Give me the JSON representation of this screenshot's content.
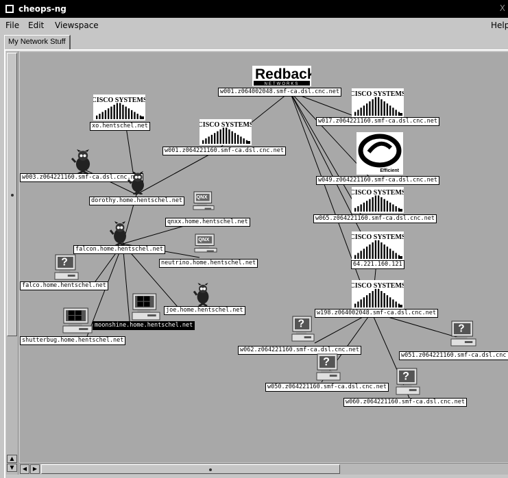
{
  "window": {
    "title": "cheops-ng",
    "close": "X"
  },
  "menu": {
    "file": "File",
    "edit": "Edit",
    "viewspace": "Viewspace",
    "help": "Help"
  },
  "tab": {
    "label": "My Network Stuff"
  },
  "logos": {
    "cisco_text": "CISCO SYSTEMS",
    "redback_text": "Redback",
    "redback_sub": "NETWORKS",
    "efficient_text": "Efficient",
    "qnx_text": "QNX"
  },
  "nodes": [
    {
      "id": "w001-smf-redback",
      "label": "w001.z064002048.smf-ca.dsl.cnc.net",
      "icon": "redback-logo"
    },
    {
      "id": "xo",
      "label": "xo.hentschel.net",
      "icon": "cisco-logo"
    },
    {
      "id": "w001-smf-cisco",
      "label": "w001.z064221160.smf-ca.dsl.cnc.net",
      "icon": "cisco-logo"
    },
    {
      "id": "w017",
      "label": "w017.z064221160.smf-ca.dsl.cnc.net",
      "icon": "cisco-logo"
    },
    {
      "id": "w003",
      "label": "w003.z064221160.smf-ca.dsl.cnc.net",
      "icon": "bsd-daemon-icon"
    },
    {
      "id": "dorothy",
      "label": "dorothy.home.hentschel.net",
      "icon": "bsd-daemon-icon"
    },
    {
      "id": "w049",
      "label": "w049.z064221160.smf-ca.dsl.cnc.net",
      "icon": "efficient-logo"
    },
    {
      "id": "qnxx",
      "label": "qnxx.home.hentschel.net",
      "icon": "qnx-monitor-icon"
    },
    {
      "id": "w065",
      "label": "w065.z064221160.smf-ca.dsl.cnc.net",
      "icon": "cisco-logo"
    },
    {
      "id": "falcon",
      "label": "falcon.home.hentschel.net",
      "icon": "bsd-daemon-icon"
    },
    {
      "id": "neutrino",
      "label": "neutrino.home.hentschel.net",
      "icon": "qnx-monitor-icon"
    },
    {
      "id": "ip-64",
      "label": "64.221.160.121",
      "icon": "cisco-logo"
    },
    {
      "id": "falco",
      "label": "falco.home.hentschel.net",
      "icon": "unknown-computer-icon"
    },
    {
      "id": "w198",
      "label": "w198.z064002048.smf-ca.dsl.cnc.net",
      "icon": "cisco-logo"
    },
    {
      "id": "joe",
      "label": "joe.home.hentschel.net",
      "icon": "bsd-daemon-icon"
    },
    {
      "id": "moonshine",
      "label": "moonshine.home.hentschel.net",
      "icon": "windows-computer-icon",
      "selected": true
    },
    {
      "id": "shutterbug",
      "label": "shutterbug.home.hentschel.net",
      "icon": "windows-computer-icon"
    },
    {
      "id": "w062",
      "label": "w062.z064221160.smf-ca.dsl.cnc.net",
      "icon": "unknown-computer-icon"
    },
    {
      "id": "w051",
      "label": "w051.z064221160.smf-ca.dsl.cnc",
      "icon": "unknown-computer-icon"
    },
    {
      "id": "w050",
      "label": "w050.z064221160.smf-ca.dsl.cnc.net",
      "icon": "unknown-computer-icon"
    },
    {
      "id": "w060",
      "label": "w060.z064221160.smf-ca.dsl.cnc.net",
      "icon": "unknown-computer-icon"
    }
  ],
  "links": [
    [
      "xo",
      "dorothy"
    ],
    [
      "w001-smf-cisco",
      "dorothy"
    ],
    [
      "w003",
      "dorothy"
    ],
    [
      "dorothy",
      "falcon"
    ],
    [
      "falcon",
      "qnxx"
    ],
    [
      "falcon",
      "neutrino"
    ],
    [
      "falcon",
      "joe"
    ],
    [
      "falcon",
      "falco"
    ],
    [
      "falcon",
      "moonshine"
    ],
    [
      "falcon",
      "shutterbug"
    ],
    [
      "w001-smf-redback",
      "w001-smf-cisco"
    ],
    [
      "w001-smf-redback",
      "w017"
    ],
    [
      "w001-smf-redback",
      "w049"
    ],
    [
      "w001-smf-redback",
      "w065"
    ],
    [
      "w001-smf-redback",
      "ip-64"
    ],
    [
      "w001-smf-redback",
      "w198"
    ],
    [
      "ip-64",
      "w198"
    ],
    [
      "w198",
      "w062"
    ],
    [
      "w198",
      "w051"
    ],
    [
      "w198",
      "w050"
    ],
    [
      "w198",
      "w060"
    ]
  ]
}
